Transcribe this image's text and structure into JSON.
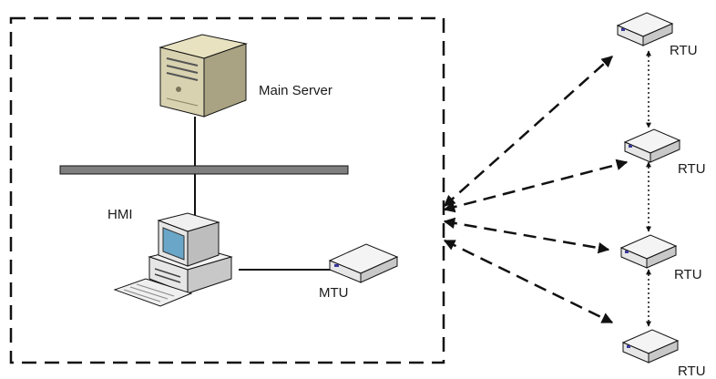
{
  "labels": {
    "main_server": "Main Server",
    "hmi": "HMI",
    "mtu": "MTU",
    "rtus": [
      "RTU",
      "RTU",
      "RTU",
      "RTU"
    ]
  },
  "icons": [
    "server-icon",
    "workstation-icon",
    "mtu-device-icon",
    "rtu-device-icon"
  ],
  "colors": {
    "line": "#111111",
    "server_body": "#d8d2b0",
    "device_body": "#e6e6e6",
    "screen": "#6aa6c8"
  }
}
